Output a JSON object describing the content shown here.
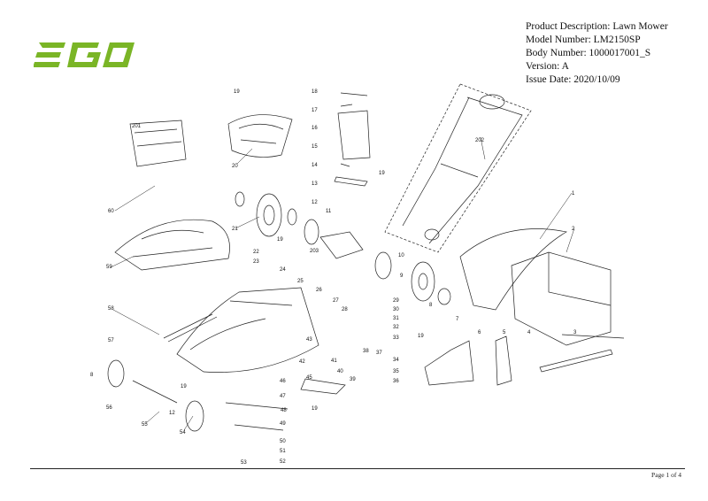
{
  "brand": {
    "name": "EGO",
    "color": "#7ab526"
  },
  "header": {
    "product_description": "Product Description: Lawn Mower",
    "model_number": "Model Number: LM2150SP",
    "body_number": "Body Number: 1000017001_S",
    "version": "Version: A",
    "issue_date": "Issue Date: 2020/10/09"
  },
  "callouts": [
    "19",
    "18",
    "17",
    "16",
    "201",
    "20",
    "202",
    "15",
    "14",
    "19",
    "13",
    "12",
    "11",
    "60",
    "21",
    "19",
    "203",
    "1",
    "2",
    "59",
    "22",
    "23",
    "24",
    "10",
    "9",
    "25",
    "8",
    "26",
    "7",
    "27",
    "28",
    "29",
    "30",
    "58",
    "31",
    "32",
    "33",
    "19",
    "57",
    "43",
    "38",
    "37",
    "34",
    "36",
    "35",
    "42",
    "41",
    "40",
    "39",
    "5",
    "6",
    "4",
    "3",
    "8",
    "46",
    "19",
    "48",
    "56",
    "12",
    "55",
    "19",
    "45",
    "47",
    "49",
    "54",
    "50",
    "51",
    "53",
    "52"
  ],
  "footer": {
    "page": "Page 1 of 4"
  }
}
